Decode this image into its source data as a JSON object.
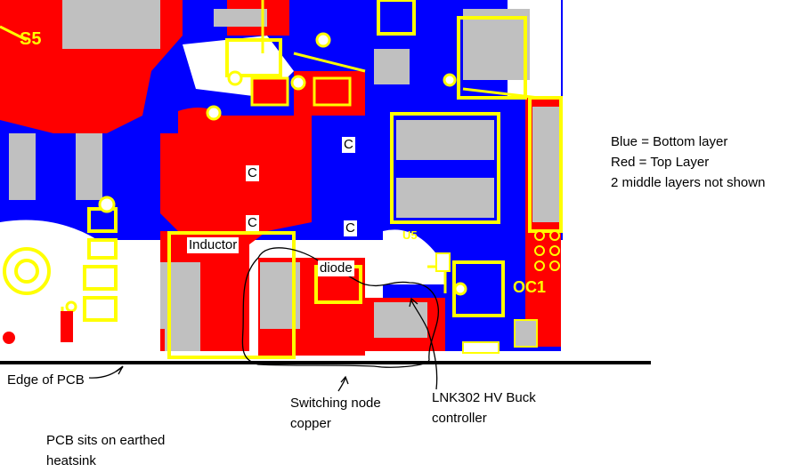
{
  "legend": {
    "line1": "Blue = Bottom layer",
    "line2": "Red = Top Layer",
    "line3": "2 middle layers not shown"
  },
  "board_labels": {
    "inductor": "Inductor",
    "diode": "diode",
    "cap": "C"
  },
  "silkscreen": {
    "s5": "S5",
    "oc1": "OC1",
    "u5": "U5"
  },
  "annotations": {
    "edge": "Edge of PCB",
    "switching_line1": "Switching node",
    "switching_line2": "copper",
    "controller_line1": "LNK302 HV Buck",
    "controller_line2": "controller",
    "heatsink_line1": "PCB sits on earthed",
    "heatsink_line2": "heatsink"
  },
  "colors": {
    "bottom_layer": "#0000ff",
    "top_layer": "#ff0000",
    "silkscreen": "#ffff00",
    "pad": "#c0c0c0"
  }
}
